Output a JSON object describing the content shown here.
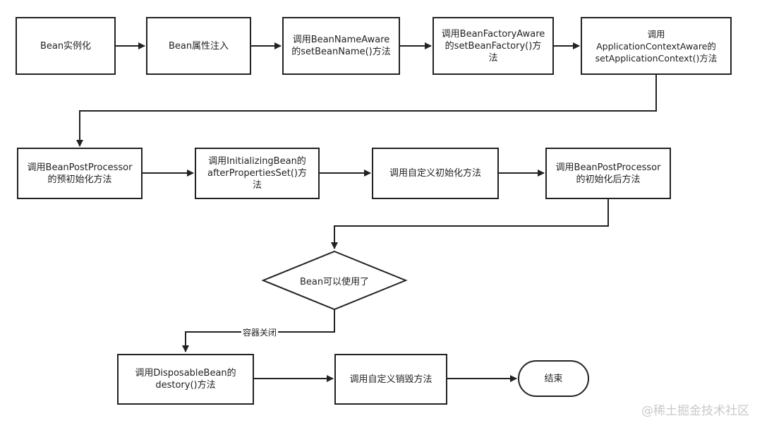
{
  "nodes": {
    "n1": "Bean实例化",
    "n2": "Bean属性注入",
    "n3": "调用BeanNameAware\n的setBeanName()方法",
    "n4": "调用BeanFactoryAware\n的setBeanFactory()方\n法",
    "n5": "调用\nApplicationContextAware的\nsetApplicationContext()方法",
    "n6": "调用BeanPostProcessor\n的预初始化方法",
    "n7": "调用InitializingBean的\nafterPropertiesSet()方\n法",
    "n8": "调用自定义初始化方法",
    "n9": "调用BeanPostProcessor\n的初始化后方法",
    "decision": "Bean可以使用了",
    "n10": "调用DisposableBean的\ndestory()方法",
    "n11": "调用自定义销毁方法",
    "end": "结束"
  },
  "edges": {
    "container_closed_label": "容器关闭"
  },
  "watermark": "@稀土掘金技术社区",
  "colors": {
    "stroke": "#222222",
    "background": "#ffffff",
    "watermark": "#c9c9c9"
  }
}
